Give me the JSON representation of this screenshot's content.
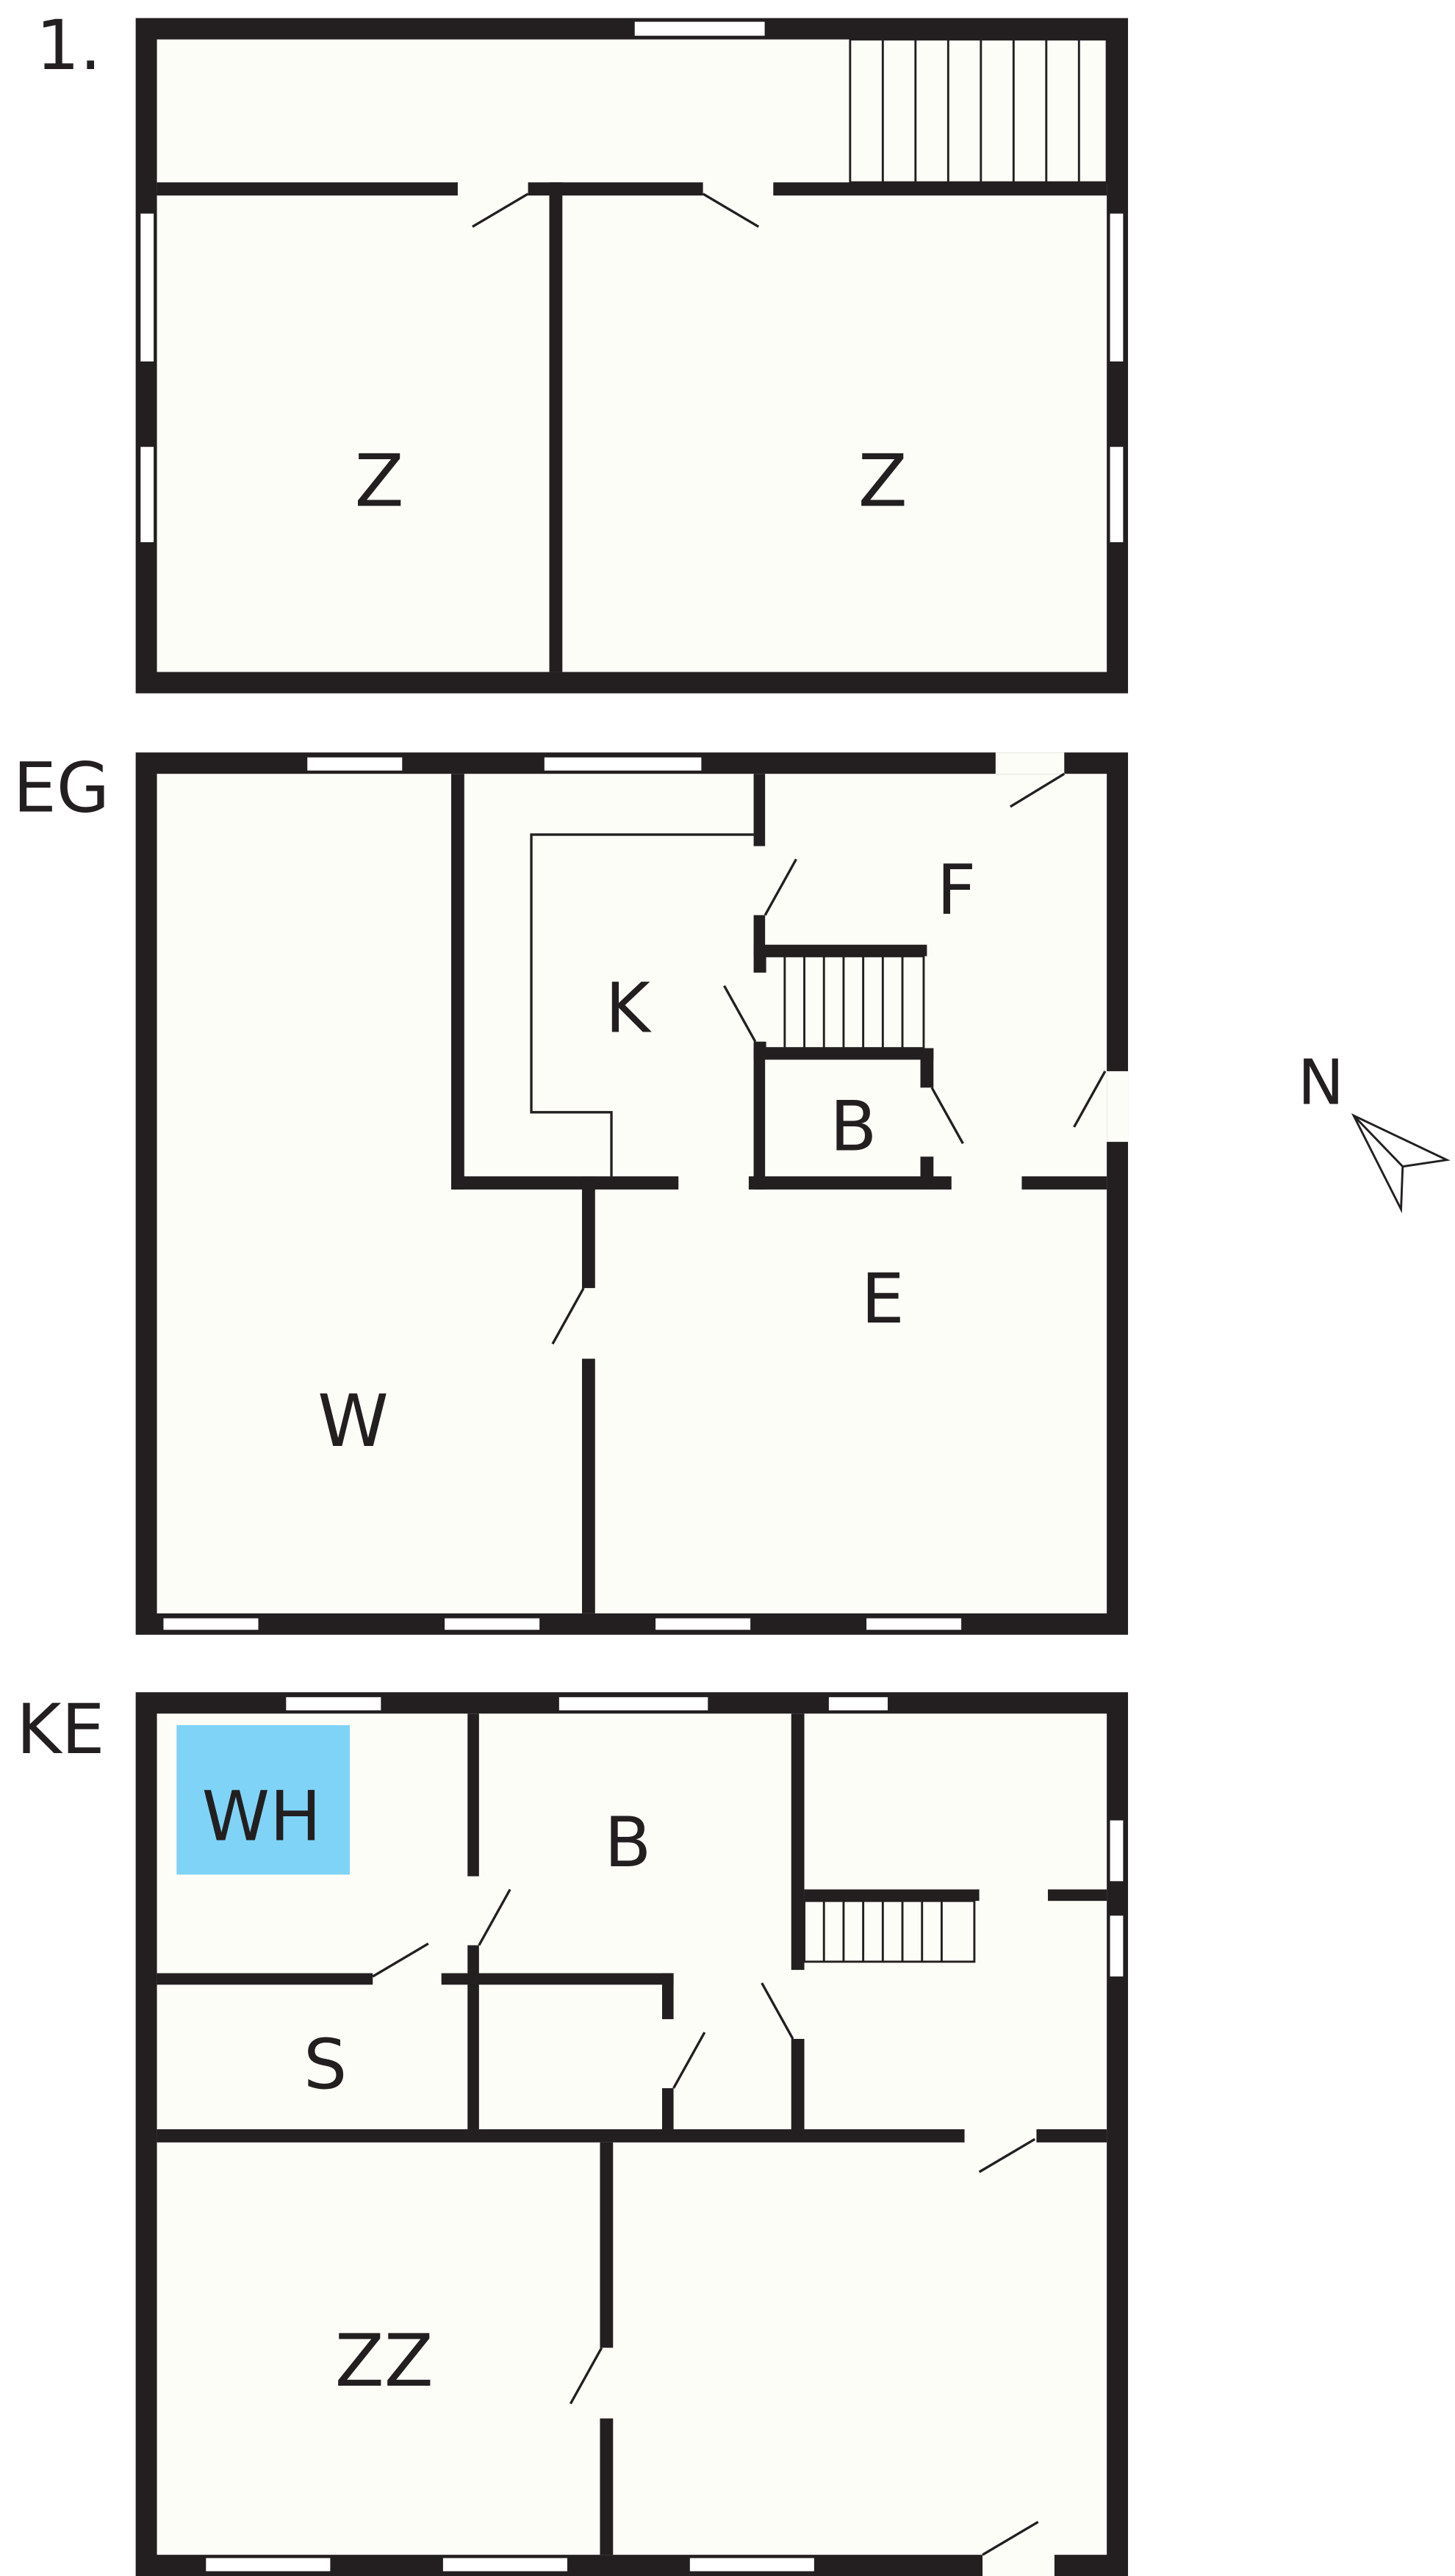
{
  "floors": [
    {
      "name": "1.",
      "rooms": [
        "Z",
        "Z"
      ]
    },
    {
      "name": "EG",
      "rooms": [
        "F",
        "K",
        "B",
        "E",
        "W"
      ]
    },
    {
      "name": "KE",
      "rooms": [
        "WH",
        "B",
        "S",
        "ZZ"
      ]
    }
  ],
  "compass": {
    "label": "N"
  },
  "colors": {
    "wall": "#231f20",
    "floor": "#fdfdf8",
    "highlight": "#7fd3f7"
  }
}
